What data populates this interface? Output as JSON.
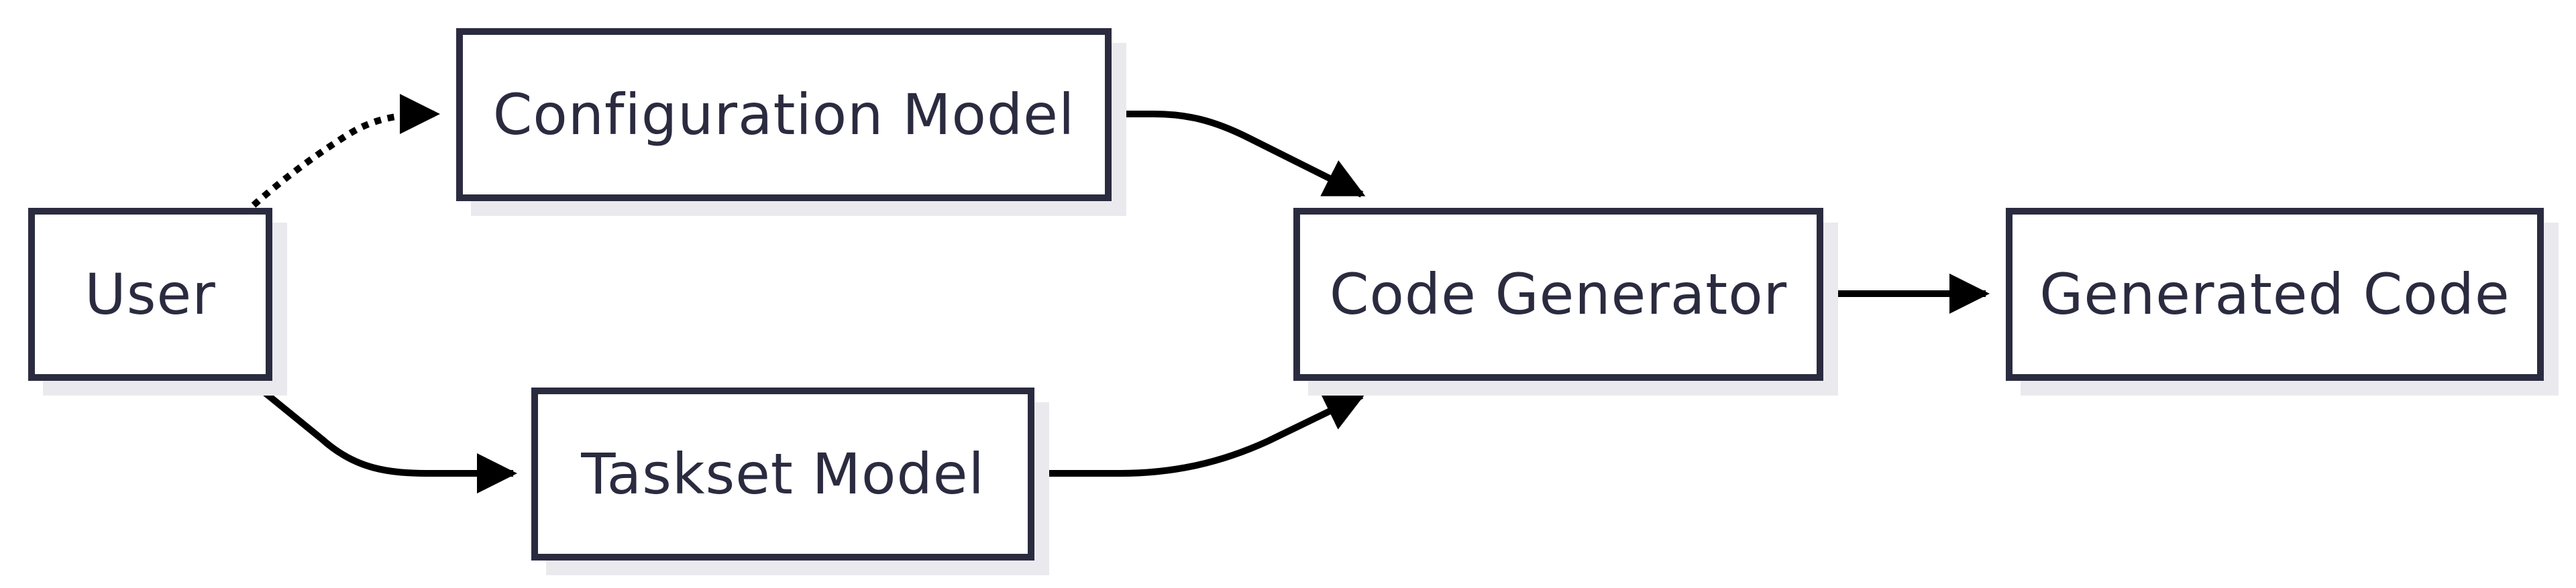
{
  "diagram": {
    "nodes": {
      "user": {
        "label": "User"
      },
      "config": {
        "label": "Configuration Model"
      },
      "taskset": {
        "label": "Taskset Model"
      },
      "codegen": {
        "label": "Code Generator"
      },
      "generated": {
        "label": "Generated Code"
      }
    },
    "edges": [
      {
        "from": "User",
        "to": "Configuration Model",
        "style": "dotted"
      },
      {
        "from": "User",
        "to": "Taskset Model",
        "style": "solid"
      },
      {
        "from": "Configuration Model",
        "to": "Code Generator",
        "style": "solid"
      },
      {
        "from": "Taskset Model",
        "to": "Code Generator",
        "style": "solid"
      },
      {
        "from": "Code Generator",
        "to": "Generated Code",
        "style": "solid"
      }
    ],
    "colors": {
      "node_border": "#2b2b40",
      "node_text": "#2b2b40",
      "edge": "#000000",
      "shadow": "#eaeaee",
      "background": "#ffffff"
    }
  }
}
